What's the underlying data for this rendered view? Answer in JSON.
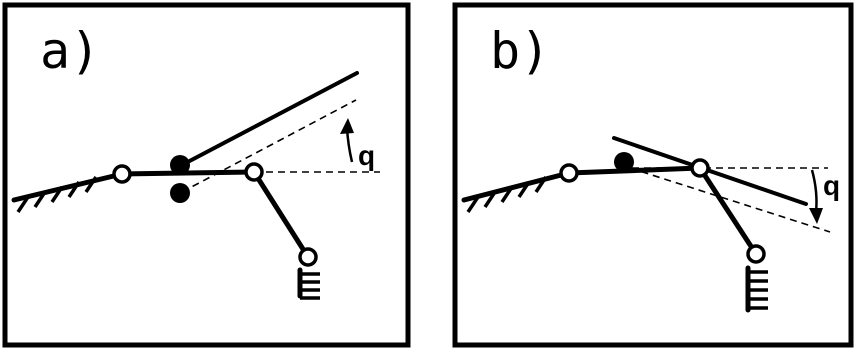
{
  "figure": {
    "panels": [
      {
        "id": "a",
        "label": "a)",
        "angle_label": "q",
        "angle_direction": "counterclockwise"
      },
      {
        "id": "b",
        "label": "b)",
        "angle_label": "q",
        "angle_direction": "clockwise"
      }
    ],
    "colors": {
      "ink": "#000000",
      "background": "#ffffff"
    }
  }
}
